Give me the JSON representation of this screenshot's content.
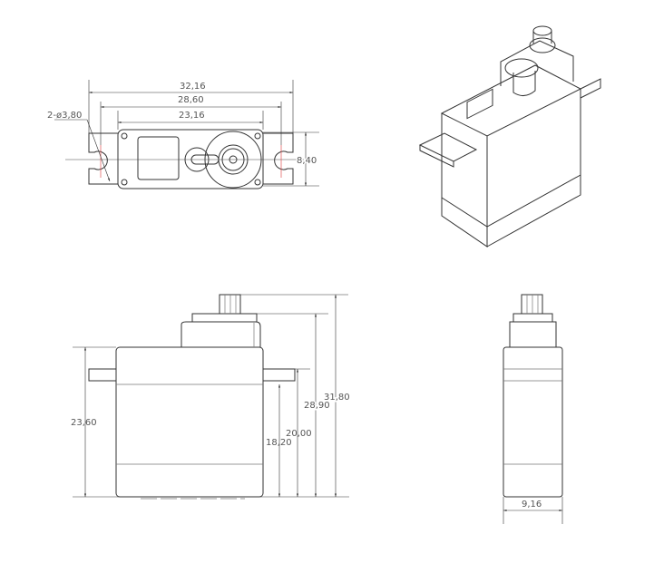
{
  "top_view": {
    "width_overall": "32,16",
    "hole_spacing": "28,60",
    "body_width": "23,16",
    "tab_height": "8,40",
    "hole_callout": "2-ø3,80"
  },
  "side_view": {
    "body_height": "23,60",
    "tab_to_bottom": "18,20",
    "tab_top_to_bottom": "20,00",
    "housing_height": "28,90",
    "overall_height": "31,80"
  },
  "end_view": {
    "thickness": "9,16"
  }
}
